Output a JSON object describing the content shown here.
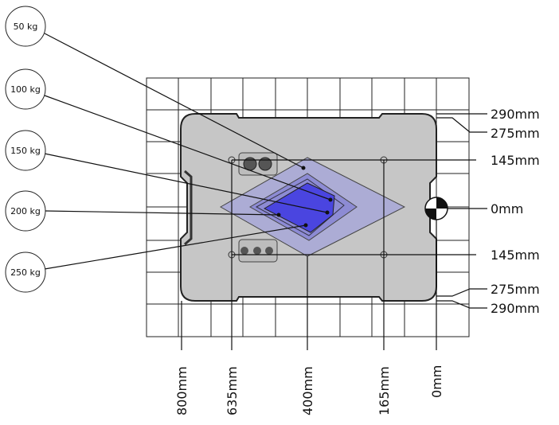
{
  "load_labels": [
    "50 kg",
    "100 kg",
    "150 kg",
    "200 kg",
    "250 kg"
  ],
  "right_dimensions": [
    "290mm",
    "275mm",
    "145mm",
    "0mm",
    "145mm",
    "275mm",
    "290mm"
  ],
  "bottom_dimensions": [
    "800mm",
    "635mm",
    "400mm",
    "165mm",
    "0mm"
  ],
  "colors": {
    "plate": "#c6c6c6",
    "outer_zone": "#a9a8d6",
    "inner_zone": "#8d8bd4",
    "core_zone": "#4a45e0"
  }
}
